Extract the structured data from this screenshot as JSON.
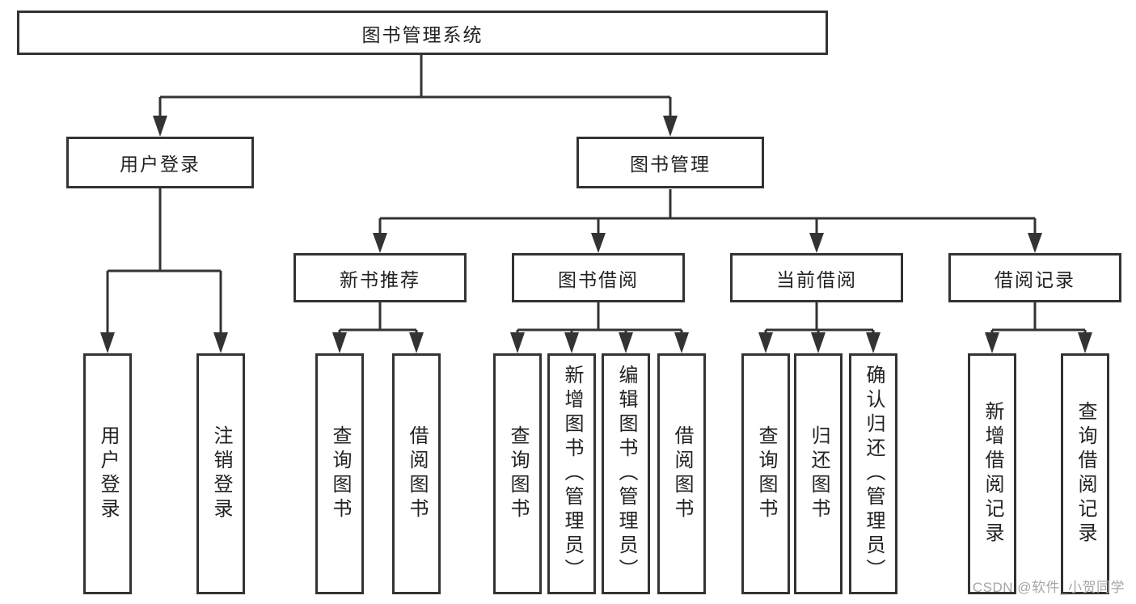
{
  "tree": {
    "root": {
      "label": "图书管理系统"
    },
    "level2": [
      {
        "label": "用户登录"
      },
      {
        "label": "图书管理"
      }
    ],
    "level3": [
      {
        "label": "新书推荐"
      },
      {
        "label": "图书借阅"
      },
      {
        "label": "当前借阅"
      },
      {
        "label": "借阅记录"
      }
    ],
    "leaves": {
      "user_login": [
        "用户登录",
        "注销登录"
      ],
      "new_book": [
        "查询图书",
        "借阅图书"
      ],
      "book_borrow": [
        "查询图书",
        "新增图书（管理员）",
        "编辑图书（管理员）",
        "借阅图书"
      ],
      "current_borrow": [
        "查询图书",
        "归还图书",
        "确认归还（管理员）"
      ],
      "borrow_records": [
        "新增借阅记录",
        "查询借阅记录"
      ]
    }
  },
  "watermark": {
    "text": "CSDN @软件_小贺同学"
  },
  "colors": {
    "line": "#333333",
    "text": "#222222",
    "background": "#ffffff",
    "watermark": "#a6a6a6"
  }
}
